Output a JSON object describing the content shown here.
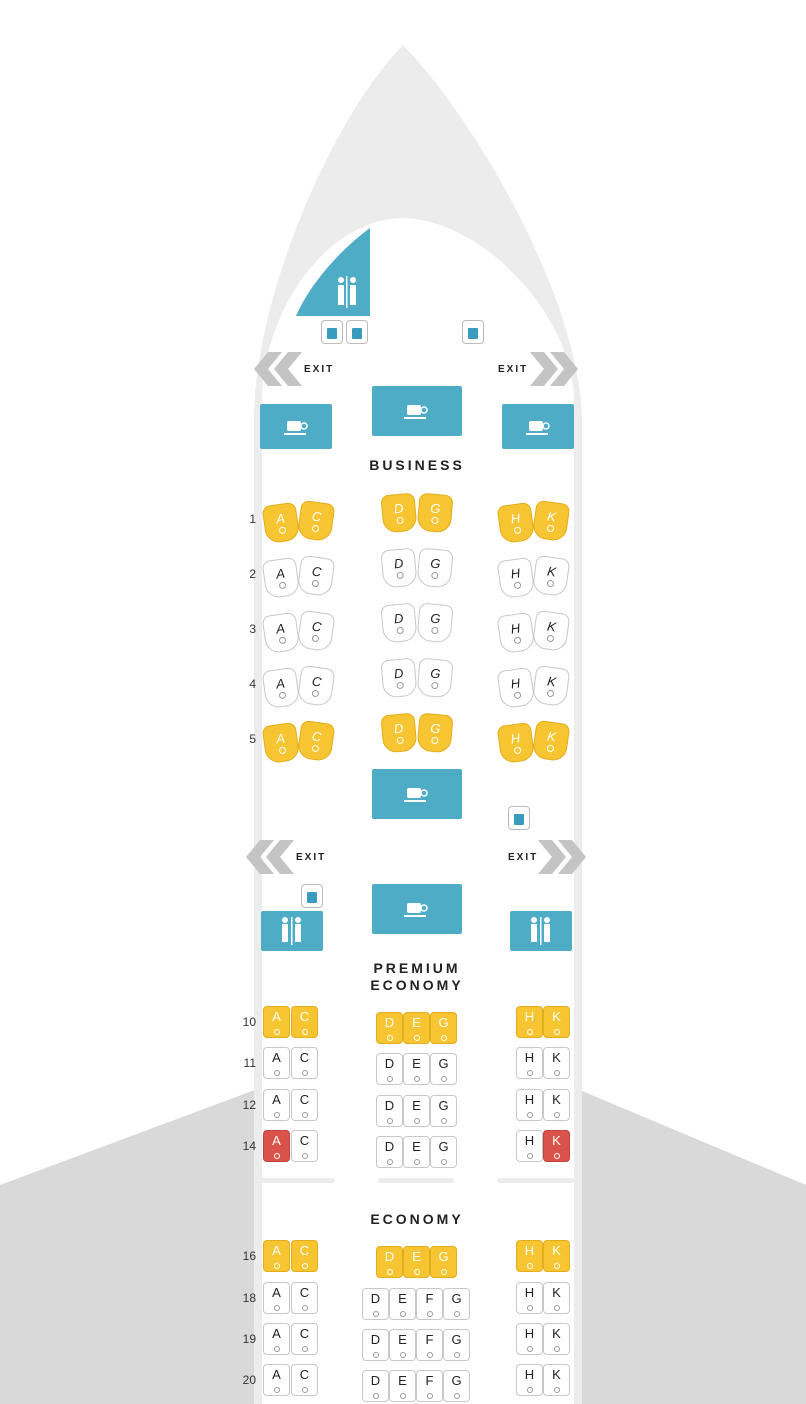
{
  "exits": {
    "label": "EXIT"
  },
  "sections": {
    "business": {
      "title": "BUSINESS"
    },
    "premium": {
      "title_line1": "PREMIUM",
      "title_line2": "ECONOMY"
    },
    "economy": {
      "title": "ECONOMY"
    }
  },
  "colors": {
    "available": "#ffffff",
    "highlight": "#f6c531",
    "occupied": "#d9534a",
    "facility": "#4eacc6",
    "fuselage": "#eeeeee",
    "wing": "#d9d9d9"
  },
  "icons": {
    "galley": "coffee-cup-icon",
    "lavatory": "restroom-icon",
    "water": "water-cup-icon",
    "exit": "exit-chevron-icon"
  },
  "business_rows": [
    {
      "row": "1",
      "status": "highlight",
      "left": [
        "A",
        "C"
      ],
      "center": [
        "D",
        "G"
      ],
      "right": [
        "H",
        "K"
      ]
    },
    {
      "row": "2",
      "status": "available",
      "left": [
        "A",
        "C"
      ],
      "center": [
        "D",
        "G"
      ],
      "right": [
        "H",
        "K"
      ]
    },
    {
      "row": "3",
      "status": "available",
      "left": [
        "A",
        "C"
      ],
      "center": [
        "D",
        "G"
      ],
      "right": [
        "H",
        "K"
      ]
    },
    {
      "row": "4",
      "status": "available",
      "left": [
        "A",
        "C"
      ],
      "center": [
        "D",
        "G"
      ],
      "right": [
        "H",
        "K"
      ]
    },
    {
      "row": "5",
      "status": "highlight",
      "left": [
        "A",
        "C"
      ],
      "center": [
        "D",
        "G"
      ],
      "right": [
        "H",
        "K"
      ]
    }
  ],
  "premium_rows": [
    {
      "row": "10",
      "left": [
        [
          "A",
          "highlight"
        ],
        [
          "C",
          "highlight"
        ]
      ],
      "center": [
        [
          "D",
          "highlight"
        ],
        [
          "E",
          "highlight"
        ],
        [
          "G",
          "highlight"
        ]
      ],
      "right": [
        [
          "H",
          "highlight"
        ],
        [
          "K",
          "highlight"
        ]
      ]
    },
    {
      "row": "11",
      "left": [
        [
          "A",
          "available"
        ],
        [
          "C",
          "available"
        ]
      ],
      "center": [
        [
          "D",
          "available"
        ],
        [
          "E",
          "available"
        ],
        [
          "G",
          "available"
        ]
      ],
      "right": [
        [
          "H",
          "available"
        ],
        [
          "K",
          "available"
        ]
      ]
    },
    {
      "row": "12",
      "left": [
        [
          "A",
          "available"
        ],
        [
          "C",
          "available"
        ]
      ],
      "center": [
        [
          "D",
          "available"
        ],
        [
          "E",
          "available"
        ],
        [
          "G",
          "available"
        ]
      ],
      "right": [
        [
          "H",
          "available"
        ],
        [
          "K",
          "available"
        ]
      ]
    },
    {
      "row": "14",
      "left": [
        [
          "A",
          "occupied"
        ],
        [
          "C",
          "available"
        ]
      ],
      "center": [
        [
          "D",
          "available"
        ],
        [
          "E",
          "available"
        ],
        [
          "G",
          "available"
        ]
      ],
      "right": [
        [
          "H",
          "available"
        ],
        [
          "K",
          "occupied"
        ]
      ]
    }
  ],
  "economy_rows": [
    {
      "row": "16",
      "left": [
        [
          "A",
          "highlight"
        ],
        [
          "C",
          "highlight"
        ]
      ],
      "center": [
        [
          "D",
          "highlight"
        ],
        [
          "E",
          "highlight"
        ],
        [
          "G",
          "highlight"
        ]
      ],
      "right": [
        [
          "H",
          "highlight"
        ],
        [
          "K",
          "highlight"
        ]
      ]
    },
    {
      "row": "18",
      "left": [
        [
          "A",
          "available"
        ],
        [
          "C",
          "available"
        ]
      ],
      "center": [
        [
          "D",
          "available"
        ],
        [
          "E",
          "available"
        ],
        [
          "F",
          "available"
        ],
        [
          "G",
          "available"
        ]
      ],
      "right": [
        [
          "H",
          "available"
        ],
        [
          "K",
          "available"
        ]
      ]
    },
    {
      "row": "19",
      "left": [
        [
          "A",
          "available"
        ],
        [
          "C",
          "available"
        ]
      ],
      "center": [
        [
          "D",
          "available"
        ],
        [
          "E",
          "available"
        ],
        [
          "F",
          "available"
        ],
        [
          "G",
          "available"
        ]
      ],
      "right": [
        [
          "H",
          "available"
        ],
        [
          "K",
          "available"
        ]
      ]
    },
    {
      "row": "20",
      "left": [
        [
          "A",
          "available"
        ],
        [
          "C",
          "available"
        ]
      ],
      "center": [
        [
          "D",
          "available"
        ],
        [
          "E",
          "available"
        ],
        [
          "F",
          "available"
        ],
        [
          "G",
          "available"
        ]
      ],
      "right": [
        [
          "H",
          "available"
        ],
        [
          "K",
          "available"
        ]
      ]
    }
  ]
}
